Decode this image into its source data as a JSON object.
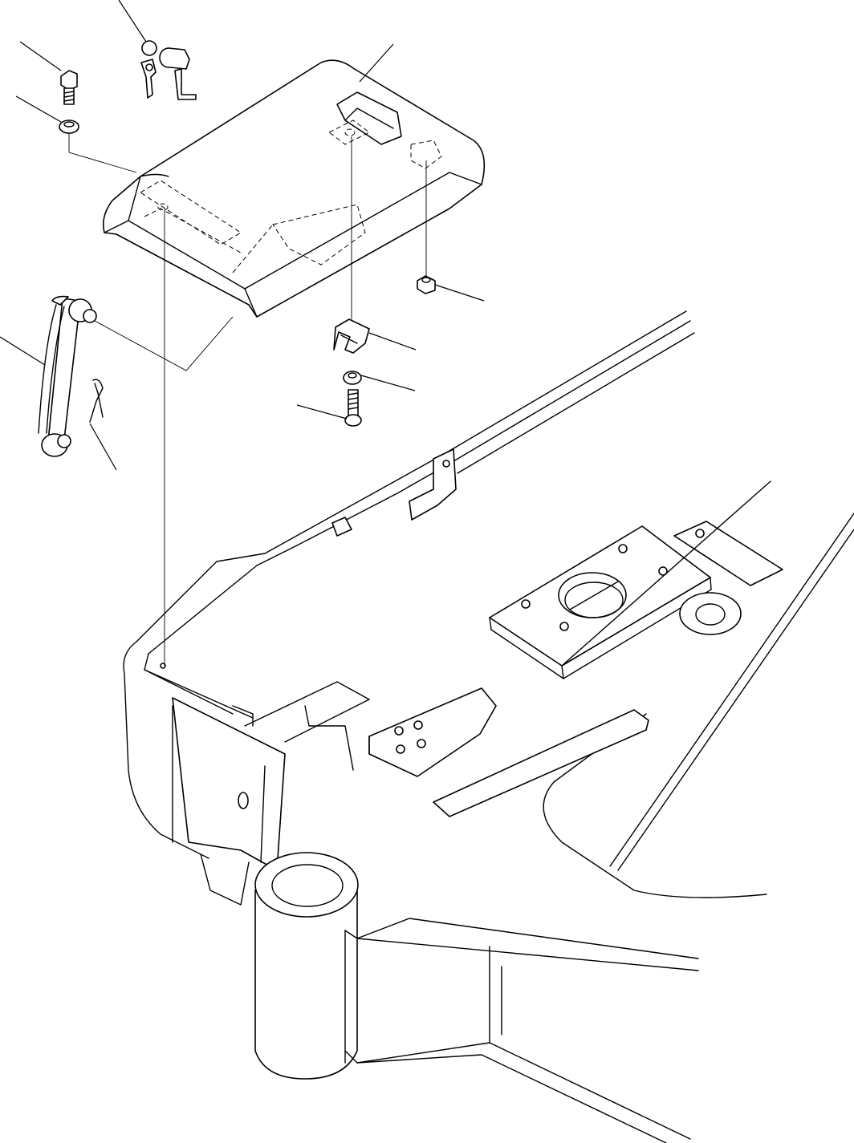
{
  "figure": {
    "background": "#ffffff",
    "line_color": "#000000",
    "callouts": [],
    "parts": [
      {
        "name": "cover"
      },
      {
        "name": "lock-with-keys"
      },
      {
        "name": "bolt"
      },
      {
        "name": "washer"
      },
      {
        "name": "stay-rod"
      },
      {
        "name": "cotter-pin"
      },
      {
        "name": "rubber-cushion"
      },
      {
        "name": "clip"
      },
      {
        "name": "washer-lower"
      },
      {
        "name": "screw"
      },
      {
        "name": "frame"
      }
    ]
  }
}
